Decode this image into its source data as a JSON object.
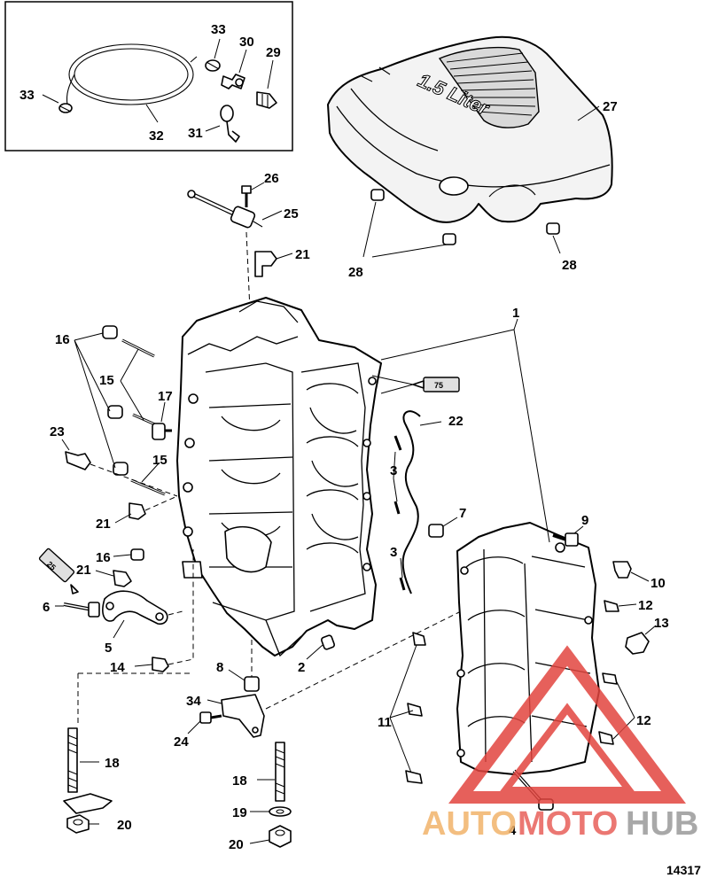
{
  "figure_number": "14317",
  "inset_callouts": [
    "33",
    "30",
    "29",
    "33",
    "32",
    "31"
  ],
  "cover": {
    "label": "1.5 Liter"
  },
  "sealant_tubes": {
    "tube_a": "75",
    "tube_b": "25"
  },
  "callouts": {
    "c26": "26",
    "c25": "25",
    "c21a": "21",
    "c27": "27",
    "c28a": "28",
    "c28b": "28",
    "c1": "1",
    "c16a": "16",
    "c15a": "15",
    "c17": "17",
    "c22": "22",
    "c23": "23",
    "c15b": "15",
    "c3a": "3",
    "c21b": "21",
    "c7": "7",
    "c9": "9",
    "c16b": "16",
    "c21c": "21",
    "c3b": "3",
    "c10": "10",
    "c6": "6",
    "c12a": "12",
    "c5": "5",
    "c13": "13",
    "c2": "2",
    "c14": "14",
    "c8": "8",
    "c34": "34",
    "c11": "11",
    "c12b": "12",
    "c24": "24",
    "c18a": "18",
    "c18b": "18",
    "c19": "19",
    "c20a": "20",
    "c20b": "20",
    "c4": "4"
  },
  "watermark": {
    "part1": "AUTO",
    "part2": "MOTO",
    "part3": "HUB",
    "colors": {
      "auto": "#f2b36b",
      "moto": "#e8605a",
      "hub": "#9a9a9a",
      "triangle": "#e2453f"
    }
  }
}
